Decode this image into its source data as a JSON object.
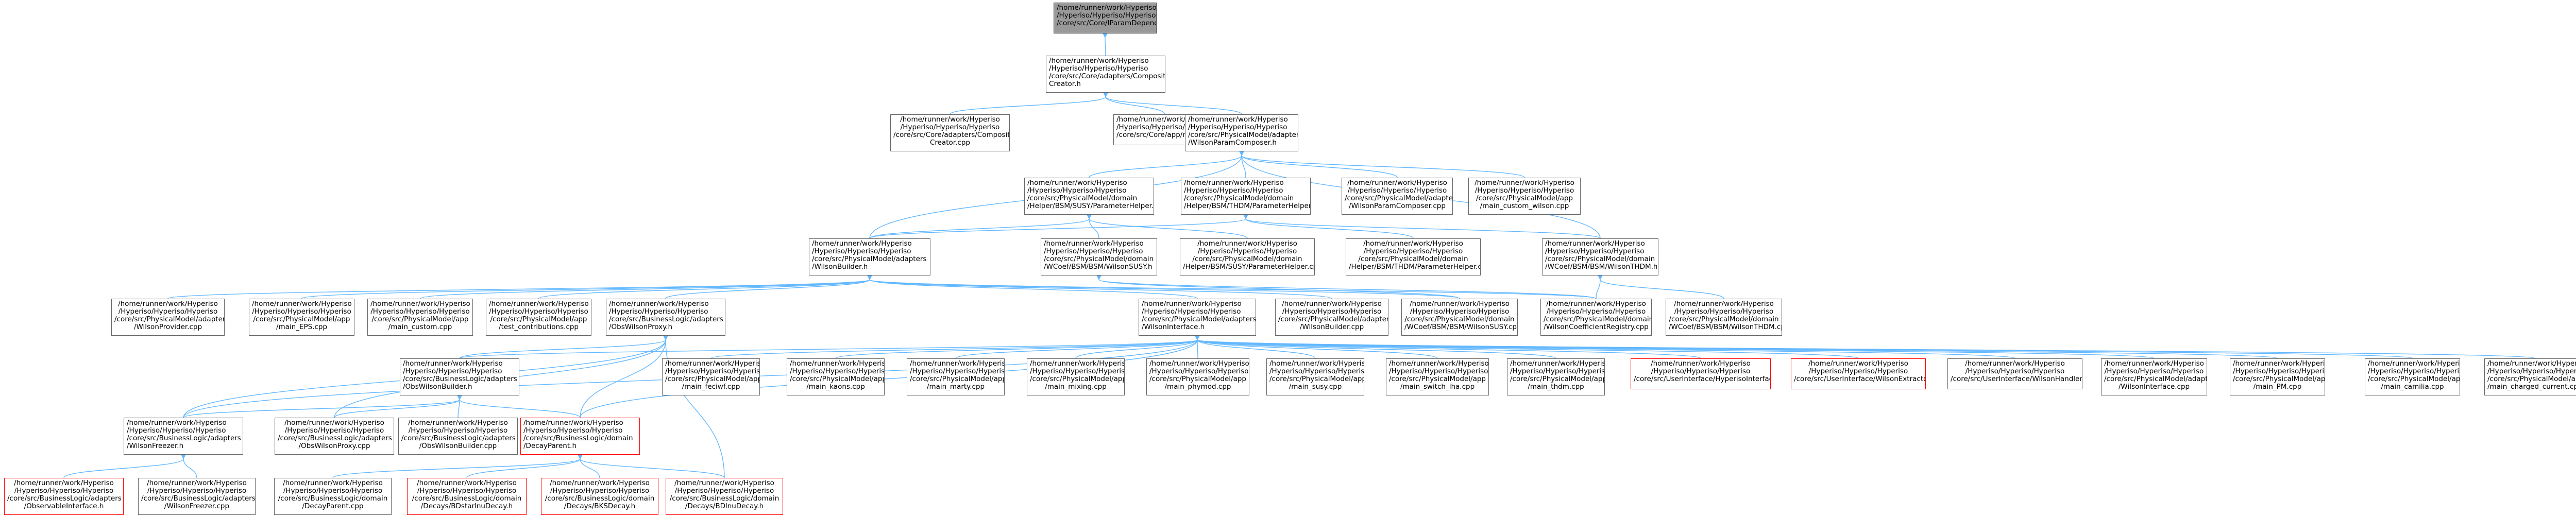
{
  "graph": {
    "edge_color": "#63b8ff",
    "node_border": "#666666",
    "root_fill": "#999999",
    "highlight_border": "#ff0000",
    "nodes": [
      {
        "id": "root",
        "style": "root",
        "align": "center",
        "lines": [
          "/home/runner/work/Hyperiso",
          "/Hyperiso/Hyperiso/Hyperiso",
          "/core/src/Core/IParamDependency.h"
        ]
      },
      {
        "id": "composite",
        "style": "normal",
        "align": "left",
        "lines": [
          "/home/runner/work/Hyperiso",
          "/Hyperiso/Hyperiso/Hyperiso",
          "/core/src/Core/adapters/CompositeParam",
          "Creator.h"
        ]
      },
      {
        "id": "compositecpp",
        "style": "normal",
        "align": "center",
        "lines": [
          "/home/runner/work/Hyperiso",
          "/Hyperiso/Hyperiso/Hyperiso",
          "/core/src/Core/adapters/CompositeParam",
          "Creator.cpp"
        ]
      },
      {
        "id": "maincore",
        "style": "normal",
        "align": "center",
        "lines": [
          "/home/runner/work/Hyperiso",
          "/Hyperiso/Hyperiso/Hyperiso",
          "/core/src/Core/app/main_core.cpp"
        ]
      },
      {
        "id": "wpc",
        "style": "normal",
        "align": "left",
        "lines": [
          "/home/runner/work/Hyperiso",
          "/Hyperiso/Hyperiso/Hyperiso",
          "/core/src/PhysicalModel/adapters",
          "/WilsonParamComposer.h"
        ]
      },
      {
        "id": "bsmsusy",
        "style": "normal",
        "align": "left",
        "lines": [
          "/home/runner/work/Hyperiso",
          "/Hyperiso/Hyperiso/Hyperiso",
          "/core/src/PhysicalModel/domain",
          "/Helper/BSM/SUSY/ParameterHelper.h"
        ]
      },
      {
        "id": "bsmthdm",
        "style": "normal",
        "align": "left",
        "lines": [
          "/home/runner/work/Hyperiso",
          "/Hyperiso/Hyperiso/Hyperiso",
          "/core/src/PhysicalModel/domain",
          "/Helper/BSM/THDM/ParameterHelper.h"
        ]
      },
      {
        "id": "wpccpp",
        "style": "normal",
        "align": "center",
        "lines": [
          "/home/runner/work/Hyperiso",
          "/Hyperiso/Hyperiso/Hyperiso",
          "/core/src/PhysicalModel/adapters",
          "/WilsonParamComposer.cpp"
        ]
      },
      {
        "id": "maincustomwilson",
        "style": "normal",
        "align": "center",
        "lines": [
          "/home/runner/work/Hyperiso",
          "/Hyperiso/Hyperiso/Hyperiso",
          "/core/src/PhysicalModel/app",
          "/main_custom_wilson.cpp"
        ]
      },
      {
        "id": "wilsonbuilder",
        "style": "normal",
        "align": "left",
        "lines": [
          "/home/runner/work/Hyperiso",
          "/Hyperiso/Hyperiso/Hyperiso",
          "/core/src/PhysicalModel/adapters",
          "/WilsonBuilder.h"
        ]
      },
      {
        "id": "wcoefsusy",
        "style": "normal",
        "align": "left",
        "lines": [
          "/home/runner/work/Hyperiso",
          "/Hyperiso/Hyperiso/Hyperiso",
          "/core/src/PhysicalModel/domain",
          "/WCoef/BSM/BSM/WilsonSUSY.h"
        ]
      },
      {
        "id": "susyhelpercpp",
        "style": "normal",
        "align": "center",
        "lines": [
          "/home/runner/work/Hyperiso",
          "/Hyperiso/Hyperiso/Hyperiso",
          "/core/src/PhysicalModel/domain",
          "/Helper/BSM/SUSY/ParameterHelper.cpp"
        ]
      },
      {
        "id": "thdmhelpercpp",
        "style": "normal",
        "align": "center",
        "lines": [
          "/home/runner/work/Hyperiso",
          "/Hyperiso/Hyperiso/Hyperiso",
          "/core/src/PhysicalModel/domain",
          "/Helper/BSM/THDM/ParameterHelper.cpp"
        ]
      },
      {
        "id": "wcoefthdm",
        "style": "normal",
        "align": "left",
        "lines": [
          "/home/runner/work/Hyperiso",
          "/Hyperiso/Hyperiso/Hyperiso",
          "/core/src/PhysicalModel/domain",
          "/WCoef/BSM/BSM/WilsonTHDM.h"
        ]
      },
      {
        "id": "wilsonprovider",
        "style": "normal",
        "align": "center",
        "lines": [
          "/home/runner/work/Hyperiso",
          "/Hyperiso/Hyperiso/Hyperiso",
          "/core/src/PhysicalModel/adapters",
          "/WilsonProvider.cpp"
        ]
      },
      {
        "id": "maineps",
        "style": "normal",
        "align": "center",
        "lines": [
          "/home/runner/work/Hyperiso",
          "/Hyperiso/Hyperiso/Hyperiso",
          "/core/src/PhysicalModel/app",
          "/main_EPS.cpp"
        ]
      },
      {
        "id": "maincustom",
        "style": "normal",
        "align": "center",
        "lines": [
          "/home/runner/work/Hyperiso",
          "/Hyperiso/Hyperiso/Hyperiso",
          "/core/src/PhysicalModel/app",
          "/main_custom.cpp"
        ]
      },
      {
        "id": "testcontrib",
        "style": "normal",
        "align": "center",
        "lines": [
          "/home/runner/work/Hyperiso",
          "/Hyperiso/Hyperiso/Hyperiso",
          "/core/src/PhysicalModel/app",
          "/test_contributions.cpp"
        ]
      },
      {
        "id": "obswilsonproxy",
        "style": "normal",
        "align": "left",
        "lines": [
          "/home/runner/work/Hyperiso",
          "/Hyperiso/Hyperiso/Hyperiso",
          "/core/src/BusinessLogic/adapters",
          "/ObsWilsonProxy.h"
        ]
      },
      {
        "id": "wilsoninterface",
        "style": "normal",
        "align": "left",
        "lines": [
          "/home/runner/work/Hyperiso",
          "/Hyperiso/Hyperiso/Hyperiso",
          "/core/src/PhysicalModel/adapters",
          "/WilsonInterface.h"
        ]
      },
      {
        "id": "wilsonbuildercpp",
        "style": "normal",
        "align": "center",
        "lines": [
          "/home/runner/work/Hyperiso",
          "/Hyperiso/Hyperiso/Hyperiso",
          "/core/src/PhysicalModel/adapters",
          "/WilsonBuilder.cpp"
        ]
      },
      {
        "id": "susycpp",
        "style": "normal",
        "align": "center",
        "lines": [
          "/home/runner/work/Hyperiso",
          "/Hyperiso/Hyperiso/Hyperiso",
          "/core/src/PhysicalModel/domain",
          "/WCoef/BSM/BSM/WilsonSUSY.cpp"
        ]
      },
      {
        "id": "coefregistry",
        "style": "normal",
        "align": "center",
        "lines": [
          "/home/runner/work/Hyperiso",
          "/Hyperiso/Hyperiso/Hyperiso",
          "/core/src/PhysicalModel/domain",
          "/WilsonCoefficientRegistry.cpp"
        ]
      },
      {
        "id": "thdmcpp",
        "style": "normal",
        "align": "center",
        "lines": [
          "/home/runner/work/Hyperiso",
          "/Hyperiso/Hyperiso/Hyperiso",
          "/core/src/PhysicalModel/domain",
          "/WCoef/BSM/BSM/WilsonTHDM.cpp"
        ]
      },
      {
        "id": "obswilsonbuilder",
        "style": "normal",
        "align": "left",
        "lines": [
          "/home/runner/work/Hyperiso",
          "/Hyperiso/Hyperiso/Hyperiso",
          "/core/src/BusinessLogic/adapters",
          "/ObsWilsonBuilder.h"
        ]
      },
      {
        "id": "mainfeynf",
        "style": "normal",
        "align": "center",
        "lines": [
          "/home/runner/work/Hyperiso",
          "/Hyperiso/Hyperiso/Hyperiso",
          "/core/src/PhysicalModel/app",
          "/main_feciwf.cpp"
        ]
      },
      {
        "id": "mainkaons",
        "style": "normal",
        "align": "center",
        "lines": [
          "/home/runner/work/Hyperiso",
          "/Hyperiso/Hyperiso/Hyperiso",
          "/core/src/PhysicalModel/app",
          "/main_kaons.cpp"
        ]
      },
      {
        "id": "mainmarty",
        "style": "normal",
        "align": "center",
        "lines": [
          "/home/runner/work/Hyperiso",
          "/Hyperiso/Hyperiso/Hyperiso",
          "/core/src/PhysicalModel/app",
          "/main_marty.cpp"
        ]
      },
      {
        "id": "mainmixing",
        "style": "normal",
        "align": "center",
        "lines": [
          "/home/runner/work/Hyperiso",
          "/Hyperiso/Hyperiso/Hyperiso",
          "/core/src/PhysicalModel/app",
          "/main_mixing.cpp"
        ]
      },
      {
        "id": "mainphymod",
        "style": "normal",
        "align": "center",
        "lines": [
          "/home/runner/work/Hyperiso",
          "/Hyperiso/Hyperiso/Hyperiso",
          "/core/src/PhysicalModel/app",
          "/main_phymod.cpp"
        ]
      },
      {
        "id": "mainsusy",
        "style": "normal",
        "align": "center",
        "lines": [
          "/home/runner/work/Hyperiso",
          "/Hyperiso/Hyperiso/Hyperiso",
          "/core/src/PhysicalModel/app",
          "/main_susy.cpp"
        ]
      },
      {
        "id": "mainswitch",
        "style": "normal",
        "align": "center",
        "lines": [
          "/home/runner/work/Hyperiso",
          "/Hyperiso/Hyperiso/Hyperiso",
          "/core/src/PhysicalModel/app",
          "/main_switch_lha.cpp"
        ]
      },
      {
        "id": "mainthdm",
        "style": "normal",
        "align": "center",
        "lines": [
          "/home/runner/work/Hyperiso",
          "/Hyperiso/Hyperiso/Hyperiso",
          "/core/src/PhysicalModel/app",
          "/main_thdm.cpp"
        ]
      },
      {
        "id": "hyperisoui",
        "style": "red",
        "align": "center",
        "lines": [
          "/home/runner/work/Hyperiso",
          "/Hyperiso/Hyperiso/Hyperiso",
          "/core/src/UserInterface/HyperisoInterface.h"
        ]
      },
      {
        "id": "wilsonextractor",
        "style": "red",
        "align": "center",
        "lines": [
          "/home/runner/work/Hyperiso",
          "/Hyperiso/Hyperiso/Hyperiso",
          "/core/src/UserInterface/WilsonExtractor.h"
        ]
      },
      {
        "id": "wilsonhandler",
        "style": "normal",
        "align": "center",
        "lines": [
          "/home/runner/work/Hyperiso",
          "/Hyperiso/Hyperiso/Hyperiso",
          "/core/src/UserInterface/WilsonHandler.cpp"
        ]
      },
      {
        "id": "wilsoninterfacecpp",
        "style": "normal",
        "align": "center",
        "lines": [
          "/home/runner/work/Hyperiso",
          "/Hyperiso/Hyperiso/Hyperiso",
          "/core/src/PhysicalModel/adapters",
          "/WilsonInterface.cpp"
        ]
      },
      {
        "id": "mainpm",
        "style": "normal",
        "align": "center",
        "lines": [
          "/home/runner/work/Hyperiso",
          "/Hyperiso/Hyperiso/Hyperiso",
          "/core/src/PhysicalModel/app",
          "/main_PM.cpp"
        ]
      },
      {
        "id": "maincamilia",
        "style": "normal",
        "align": "center",
        "lines": [
          "/home/runner/work/Hyperiso",
          "/Hyperiso/Hyperiso/Hyperiso",
          "/core/src/PhysicalModel/app",
          "/main_camilia.cpp"
        ]
      },
      {
        "id": "maincharged",
        "style": "normal",
        "align": "center",
        "lines": [
          "/home/runner/work/Hyperiso",
          "/Hyperiso/Hyperiso/Hyperiso",
          "/core/src/PhysicalModel/app",
          "/main_charged_current.cpp"
        ]
      },
      {
        "id": "obswilsonproxycpp",
        "style": "normal",
        "align": "center",
        "lines": [
          "/home/runner/work/Hyperiso",
          "/Hyperiso/Hyperiso/Hyperiso",
          "/core/src/BusinessLogic/adapters",
          "/ObsWilsonProxy.cpp"
        ]
      },
      {
        "id": "wilsonfreezer",
        "style": "normal",
        "align": "left",
        "lines": [
          "/home/runner/work/Hyperiso",
          "/Hyperiso/Hyperiso/Hyperiso",
          "/core/src/BusinessLogic/adapters",
          "/WilsonFreezer.h"
        ]
      },
      {
        "id": "obswilsonbuildercpp",
        "style": "normal",
        "align": "center",
        "lines": [
          "/home/runner/work/Hyperiso",
          "/Hyperiso/Hyperiso/Hyperiso",
          "/core/src/BusinessLogic/adapters",
          "/ObsWilsonBuilder.cpp"
        ]
      },
      {
        "id": "decayparent",
        "style": "red",
        "align": "left",
        "lines": [
          "/home/runner/work/Hyperiso",
          "/Hyperiso/Hyperiso/Hyperiso",
          "/core/src/BusinessLogic/domain",
          "/DecayParent.h"
        ]
      },
      {
        "id": "observablei",
        "style": "red",
        "align": "center",
        "lines": [
          "/home/runner/work/Hyperiso",
          "/Hyperiso/Hyperiso/Hyperiso",
          "/core/src/BusinessLogic/adapters",
          "/ObservableInterface.h"
        ]
      },
      {
        "id": "wilsonfreezercpp",
        "style": "normal",
        "align": "center",
        "lines": [
          "/home/runner/work/Hyperiso",
          "/Hyperiso/Hyperiso/Hyperiso",
          "/core/src/BusinessLogic/adapters",
          "/WilsonFreezer.cpp"
        ]
      },
      {
        "id": "decayparentcpp",
        "style": "normal",
        "align": "center",
        "lines": [
          "/home/runner/work/Hyperiso",
          "/Hyperiso/Hyperiso/Hyperiso",
          "/core/src/BusinessLogic/domain",
          "/DecayParent.cpp"
        ]
      },
      {
        "id": "bdstarnu",
        "style": "red",
        "align": "center",
        "lines": [
          "/home/runner/work/Hyperiso",
          "/Hyperiso/Hyperiso/Hyperiso",
          "/core/src/BusinessLogic/domain",
          "/Decays/BDstarlnuDecay.h"
        ]
      },
      {
        "id": "bksdecay",
        "style": "red",
        "align": "center",
        "lines": [
          "/home/runner/work/Hyperiso",
          "/Hyperiso/Hyperiso/Hyperiso",
          "/core/src/BusinessLogic/domain",
          "/Decays/BKSDecay.h"
        ]
      },
      {
        "id": "bdlnu",
        "style": "red",
        "align": "center",
        "lines": [
          "/home/runner/work/Hyperiso",
          "/Hyperiso/Hyperiso/Hyperiso",
          "/core/src/BusinessLogic/domain",
          "/Decays/BDlnuDecay.h"
        ]
      }
    ],
    "edges": [
      [
        "composite",
        "root"
      ],
      [
        "compositecpp",
        "composite"
      ],
      [
        "maincore",
        "composite"
      ],
      [
        "wpc",
        "composite"
      ],
      [
        "bsmsusy",
        "wpc"
      ],
      [
        "bsmthdm",
        "wpc"
      ],
      [
        "wpccpp",
        "wpc"
      ],
      [
        "maincustomwilson",
        "wpc"
      ],
      [
        "wilsonbuilder",
        "wpc"
      ],
      [
        "wcoefthdm",
        "wpc"
      ],
      [
        "wilsonbuilder",
        "bsmsusy"
      ],
      [
        "wcoefsusy",
        "bsmsusy"
      ],
      [
        "susyhelpercpp",
        "bsmsusy"
      ],
      [
        "wilsonbuilder",
        "bsmthdm"
      ],
      [
        "thdmhelpercpp",
        "bsmthdm"
      ],
      [
        "wcoefthdm",
        "bsmthdm"
      ],
      [
        "wilsonprovider",
        "wilsonbuilder"
      ],
      [
        "maineps",
        "wilsonbuilder"
      ],
      [
        "maincustom",
        "wilsonbuilder"
      ],
      [
        "testcontrib",
        "wilsonbuilder"
      ],
      [
        "obswilsonproxy",
        "wilsonbuilder"
      ],
      [
        "wilsoninterface",
        "wilsonbuilder"
      ],
      [
        "wilsonbuildercpp",
        "wilsonbuilder"
      ],
      [
        "susycpp",
        "wilsonbuilder"
      ],
      [
        "coefregistry",
        "wilsonbuilder"
      ],
      [
        "susycpp",
        "wcoefsusy"
      ],
      [
        "coefregistry",
        "wcoefsusy"
      ],
      [
        "coefregistry",
        "wcoefthdm"
      ],
      [
        "thdmcpp",
        "wcoefthdm"
      ],
      [
        "obswilsonbuilder",
        "obswilsonproxy"
      ],
      [
        "obswilsonproxycpp",
        "obswilsonproxy"
      ],
      [
        "wilsonfreezer",
        "obswilsonproxy"
      ],
      [
        "decayparent",
        "obswilsonproxy"
      ],
      [
        "bdlnu",
        "obswilsonproxy"
      ],
      [
        "obswilsonbuilder",
        "wilsoninterface"
      ],
      [
        "mainfeynf",
        "wilsoninterface"
      ],
      [
        "mainkaons",
        "wilsoninterface"
      ],
      [
        "mainmarty",
        "wilsoninterface"
      ],
      [
        "mainmixing",
        "wilsoninterface"
      ],
      [
        "mainphymod",
        "wilsoninterface"
      ],
      [
        "mainsusy",
        "wilsoninterface"
      ],
      [
        "mainswitch",
        "wilsoninterface"
      ],
      [
        "mainthdm",
        "wilsoninterface"
      ],
      [
        "hyperisoui",
        "wilsoninterface"
      ],
      [
        "wilsonextractor",
        "wilsoninterface"
      ],
      [
        "wilsonhandler",
        "wilsoninterface"
      ],
      [
        "wilsoninterfacecpp",
        "wilsoninterface"
      ],
      [
        "mainpm",
        "wilsoninterface"
      ],
      [
        "maincamilia",
        "wilsoninterface"
      ],
      [
        "maincharged",
        "wilsoninterface"
      ],
      [
        "decayparent",
        "wilsoninterface"
      ],
      [
        "wilsonfreezer",
        "wilsoninterface"
      ],
      [
        "wilsonfreezer",
        "obswilsonbuilder"
      ],
      [
        "obswilsonbuildercpp",
        "obswilsonbuilder"
      ],
      [
        "obswilsonproxycpp",
        "obswilsonbuilder"
      ],
      [
        "decayparent",
        "obswilsonbuilder"
      ],
      [
        "observablei",
        "wilsonfreezer"
      ],
      [
        "wilsonfreezercpp",
        "wilsonfreezer"
      ],
      [
        "decayparentcpp",
        "decayparent"
      ],
      [
        "bdstarnu",
        "decayparent"
      ],
      [
        "bksdecay",
        "decayparent"
      ],
      [
        "bdlnu",
        "decayparent"
      ]
    ]
  }
}
